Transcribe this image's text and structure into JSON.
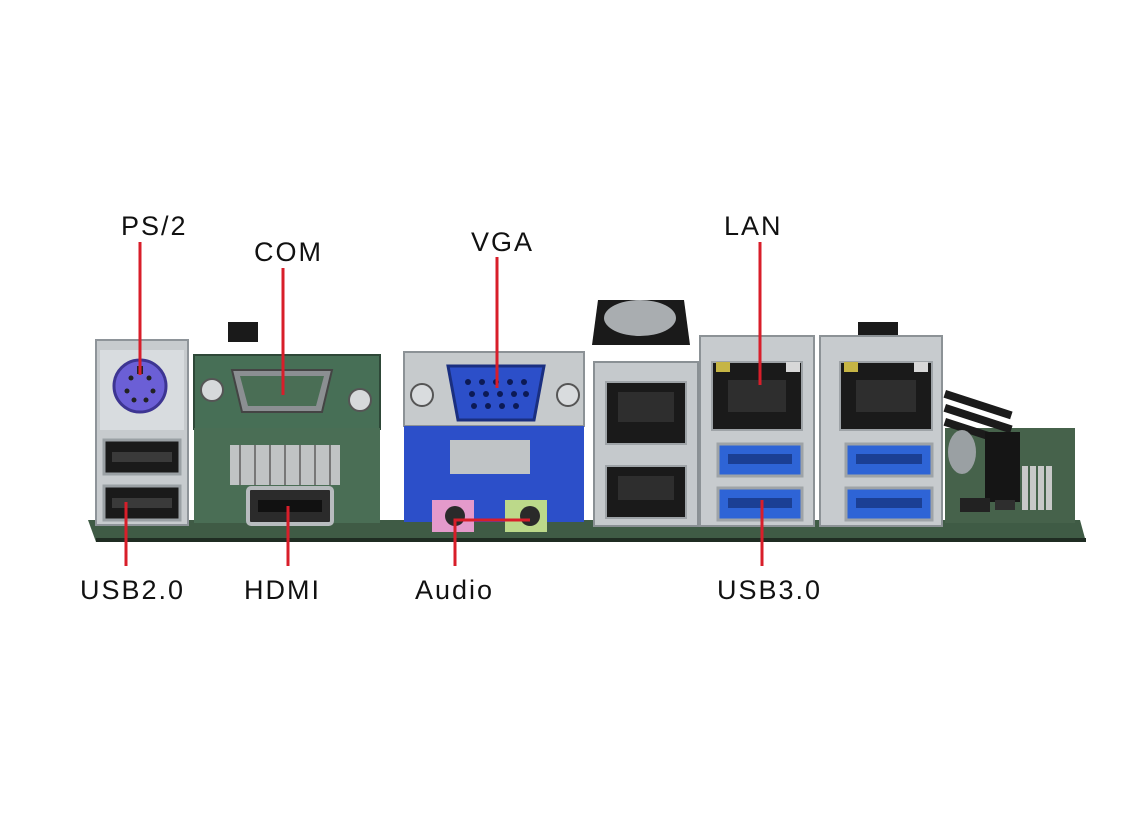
{
  "labels": {
    "ps2": "PS/2",
    "com": "COM",
    "vga": "VGA",
    "lan": "LAN",
    "usb20": "USB2.0",
    "hdmi": "HDMI",
    "audio": "Audio",
    "usb30": "USB3.0"
  },
  "colors": {
    "leader_line": "#d81e2a",
    "board_pcb": "#3f5b45",
    "ps2_port": "#6b5fd6",
    "vga_port": "#2c4fc9",
    "usb3_blue": "#2e64d6",
    "audio_pink": "#e49acb",
    "audio_green": "#bcd98a",
    "com_green": "#476f56",
    "metal": "#c9cdd0"
  },
  "icons": [
    "ps2-connector-icon",
    "usb-port-icon",
    "serial-connector-icon",
    "hdmi-port-icon",
    "vga-connector-icon",
    "audio-jack-icon",
    "rj45-port-icon",
    "battery-icon"
  ]
}
